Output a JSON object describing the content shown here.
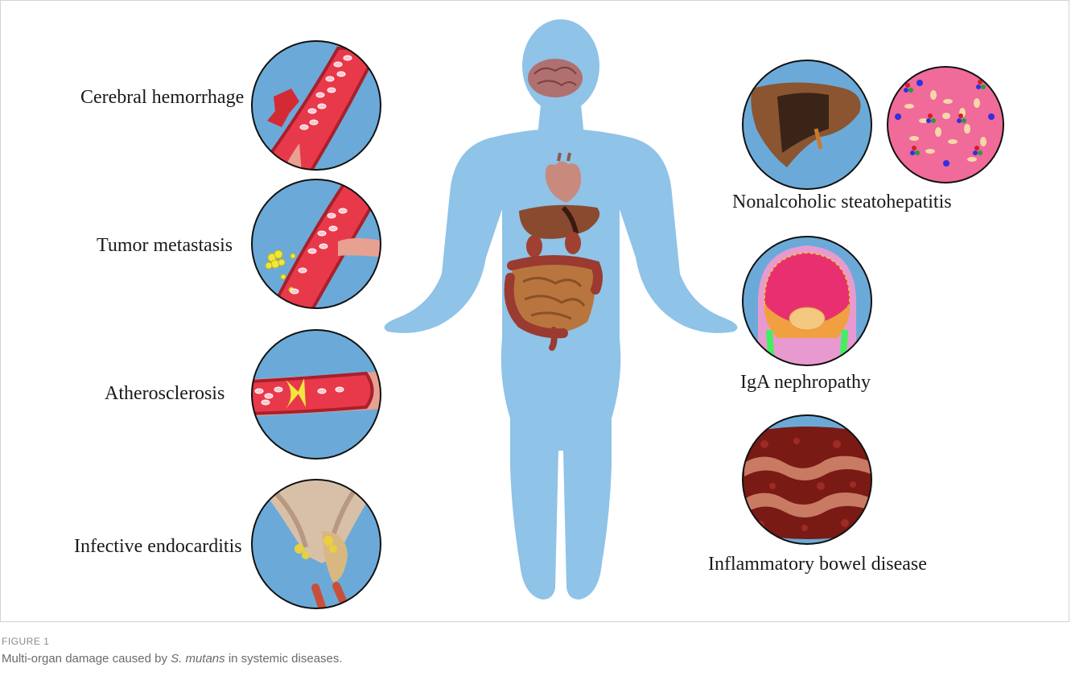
{
  "left_conditions": [
    {
      "label": "Cerebral hemorrhage"
    },
    {
      "label": "Tumor metastasis"
    },
    {
      "label": "Atherosclerosis"
    },
    {
      "label": "Infective endocarditis"
    }
  ],
  "right_conditions": [
    {
      "label": "Nonalcoholic steatohepatitis"
    },
    {
      "label": "IgA nephropathy"
    },
    {
      "label": "Inflammatory bowel disease"
    }
  ],
  "caption": {
    "figure_label": "FIGURE 1",
    "text_before": "Multi-organ damage caused by ",
    "species": "S. mutans",
    "text_after": " in systemic diseases."
  },
  "colors": {
    "body": "#8fc3e8",
    "circle_bg": "#6baad8",
    "vessel": "#e8394a",
    "vessel_wall": "#a8202c"
  }
}
